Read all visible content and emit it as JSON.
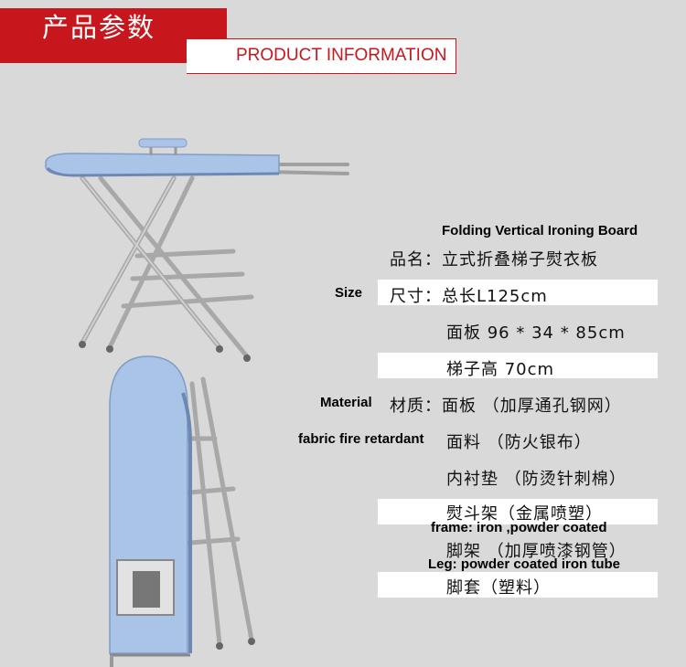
{
  "header": {
    "title": "产品参数",
    "subtitle": "PRODUCT INFORMATION"
  },
  "specs": {
    "product_en": "Folding Vertical Ironing Board",
    "name": "品名：立式折叠梯子熨衣板",
    "size_label": "Size",
    "size_line1": "尺寸：总长L125cm",
    "size_line2": "面板 96 * 34 * 85cm",
    "size_line3": "梯子高 70cm",
    "material_label": "Material",
    "material_line1": "材质：面板 （加厚通孔钢网）",
    "fabric_label": "fabric fire retardant",
    "material_line2": "面料 （防火银布）",
    "material_line3": "内衬垫 （防烫针刺棉）",
    "material_line4": "熨斗架（金属喷塑）",
    "frame_label": "frame: iron ,powder coated",
    "material_line5": "脚架 （加厚喷漆钢管）",
    "leg_label": "Leg: powder coated iron tube",
    "material_line6": "脚套（塑料）"
  },
  "colors": {
    "banner": "#c8161d",
    "board_fabric": "#a9c4e6",
    "metal": "#b5b5b5",
    "background": "#d9d9d9"
  }
}
